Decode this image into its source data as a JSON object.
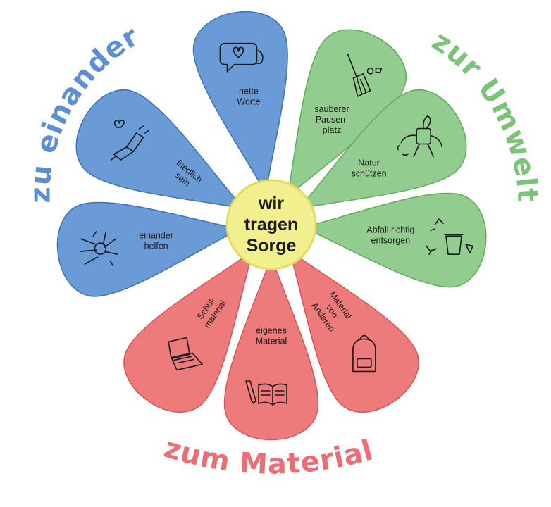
{
  "center": {
    "lines": [
      "wir",
      "tragen",
      "Sorge"
    ]
  },
  "arcs": {
    "left": "zu einander",
    "right": "zur Umwelt",
    "bottom": "zum Material"
  },
  "colors": {
    "blue": "#6a9bd6",
    "blue_stroke": "#3f72b3",
    "green": "#93cc8f",
    "green_stroke": "#5faa5b",
    "red": "#ee7b7b",
    "red_stroke": "#cf5757",
    "center": "#f2ef8e",
    "center_stroke": "#e2dc62",
    "arc_blue": "#5b8fd2",
    "arc_green": "#7cc279",
    "arc_red": "#ec6d74"
  },
  "petals": [
    {
      "id": "nette-worte",
      "group": "blue",
      "lines": [
        "nette",
        "Worte"
      ],
      "icon": "speech-bubble-heart-icon"
    },
    {
      "id": "sauberer-pausenplatz",
      "group": "green",
      "lines": [
        "sauberer",
        "Pausen-",
        "platz"
      ],
      "icon": "broom-icon"
    },
    {
      "id": "natur-schuetzen",
      "group": "green",
      "lines": [
        "Natur",
        "schützen"
      ],
      "icon": "plant-care-icon"
    },
    {
      "id": "abfall-entsorgen",
      "group": "green",
      "lines": [
        "Abfall richtig",
        "entsorgen"
      ],
      "icon": "recycling-bin-icon"
    },
    {
      "id": "material-von-anderen",
      "group": "red",
      "lines": [
        "Material",
        "von",
        "Anderen"
      ],
      "icon": "backpack-icon"
    },
    {
      "id": "eigenes-material",
      "group": "red",
      "lines": [
        "eigenes",
        "Material"
      ],
      "icon": "book-pen-icon"
    },
    {
      "id": "schulmaterial",
      "group": "red",
      "lines": [
        "Schul-",
        "material"
      ],
      "icon": "laptop-icon"
    },
    {
      "id": "einander-helfen",
      "group": "blue",
      "lines": [
        "einander",
        "helfen"
      ],
      "icon": "hands-together-icon"
    },
    {
      "id": "friedlich-sein",
      "group": "blue",
      "lines": [
        "friedlich",
        "sein"
      ],
      "icon": "handshake-icon"
    }
  ]
}
